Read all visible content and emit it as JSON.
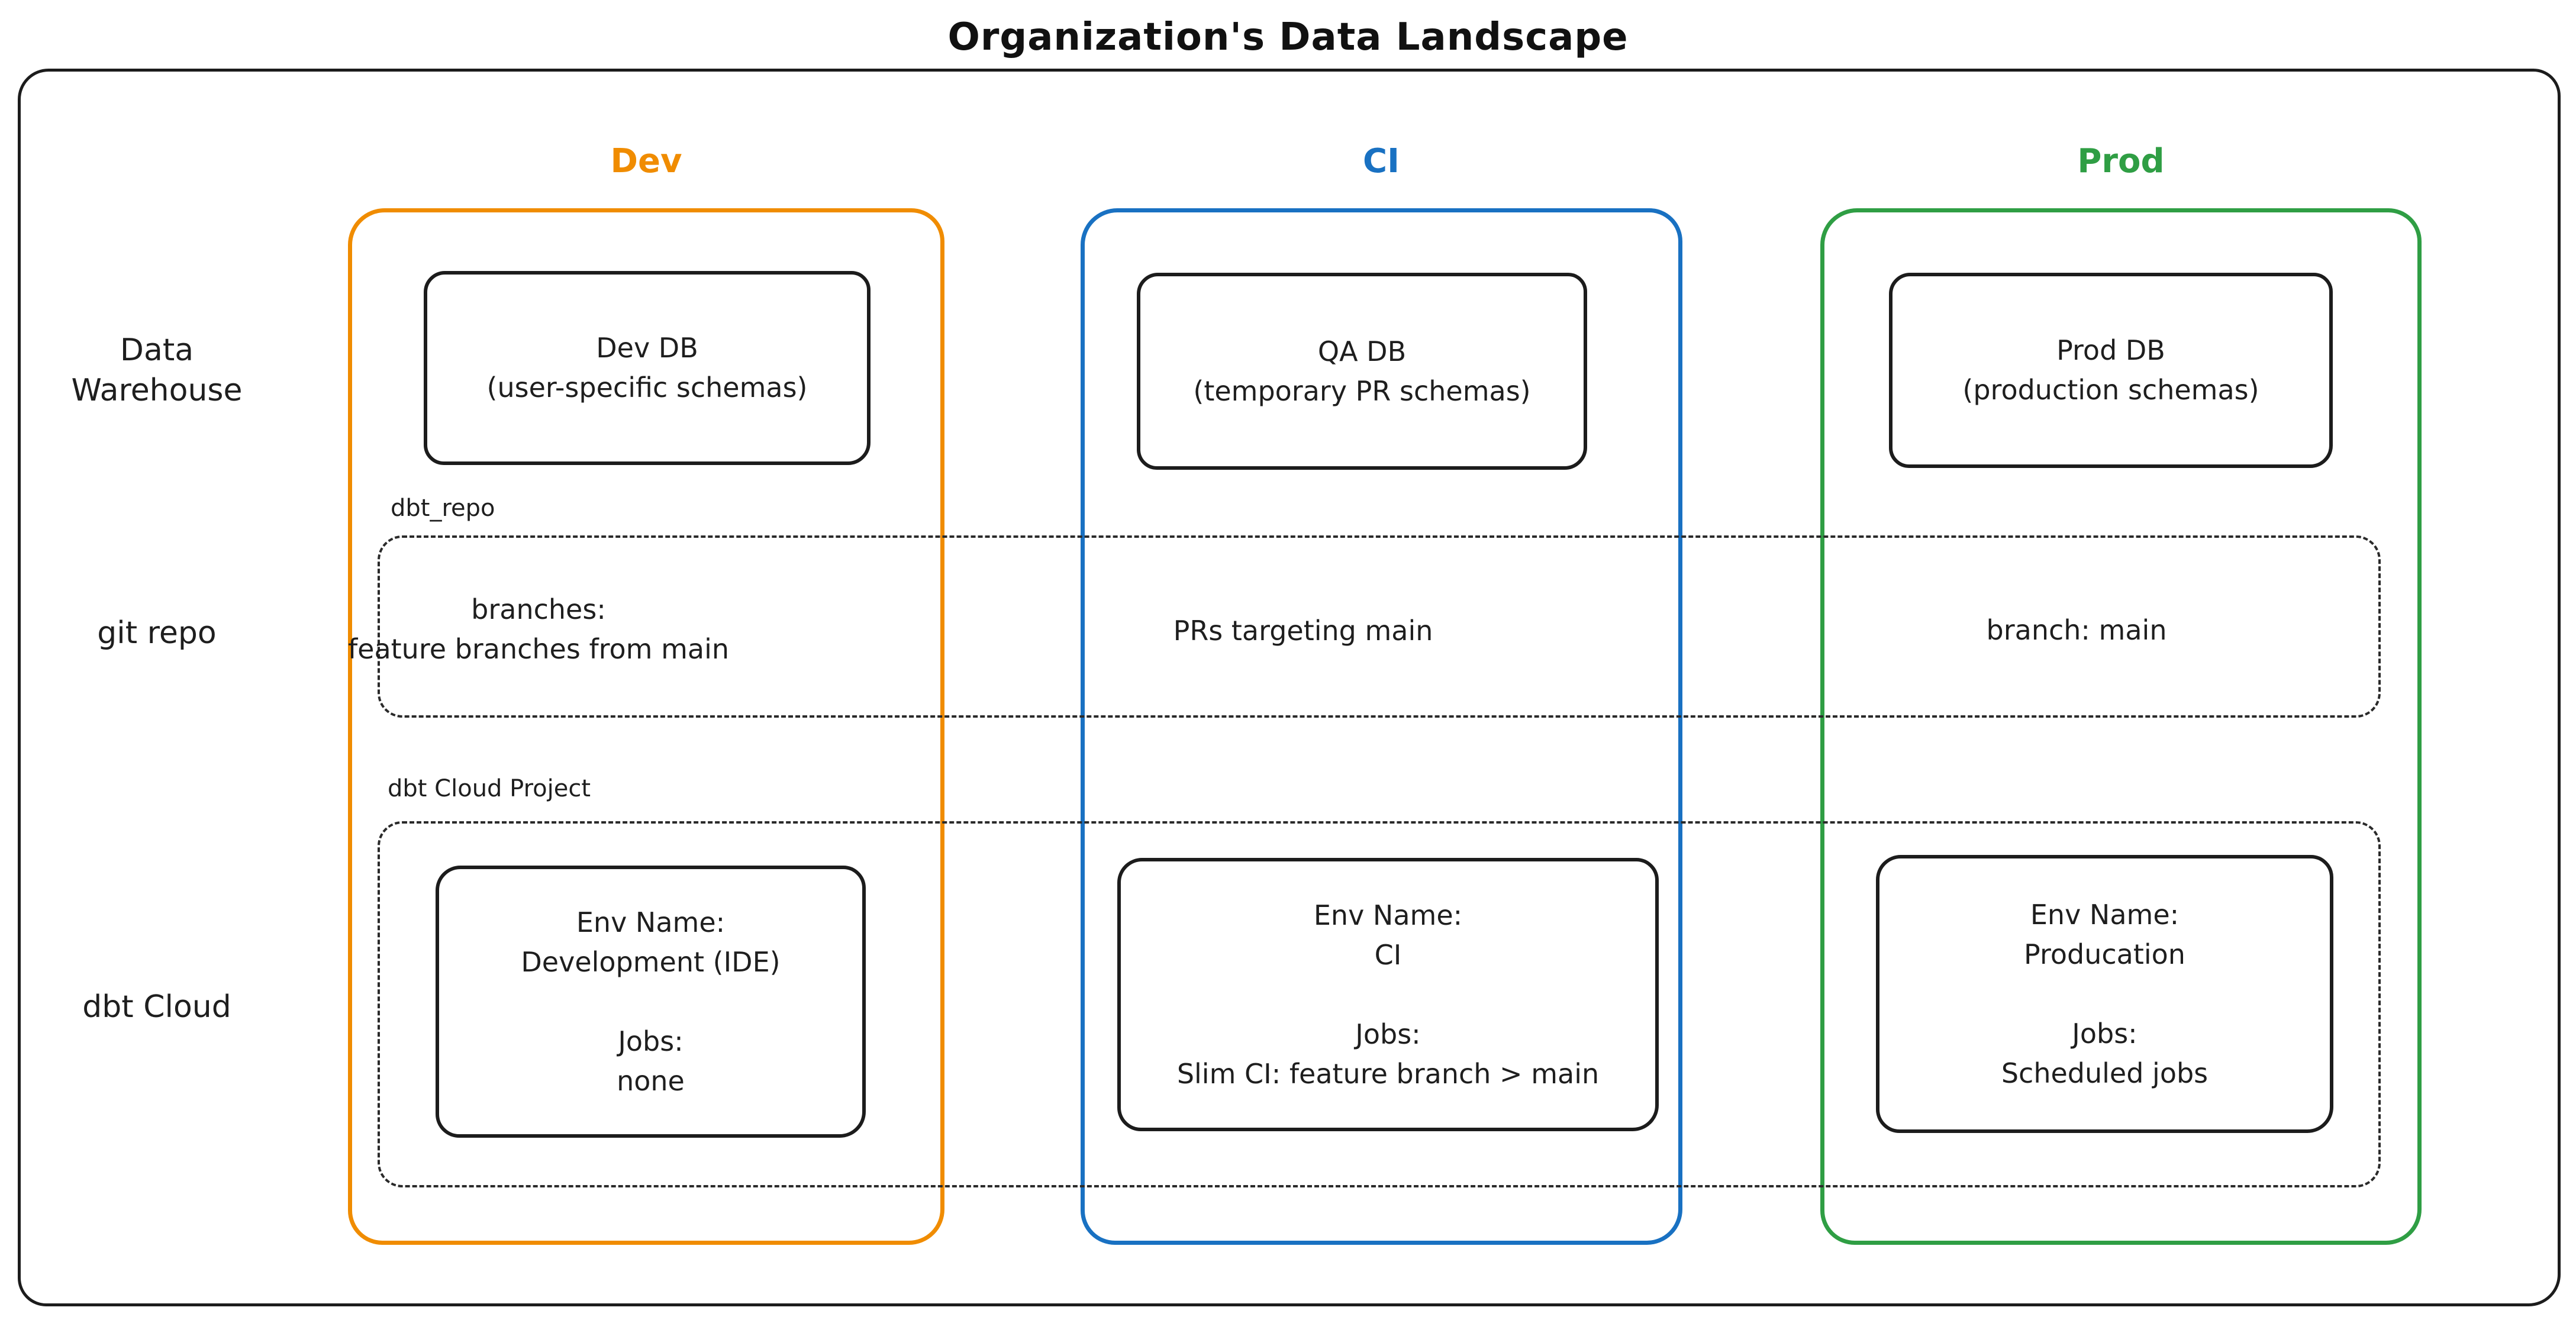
{
  "title": "Organization's Data Landscape",
  "colors": {
    "dev_accent": "#f08c00",
    "ci_accent": "#1971c2",
    "prod_accent": "#2f9e44",
    "ink": "#1e1e1e"
  },
  "columns": {
    "dev": {
      "label": "Dev"
    },
    "ci": {
      "label": "CI"
    },
    "prod": {
      "label": "Prod"
    }
  },
  "row_labels": {
    "data_warehouse": "Data\nWarehouse",
    "git_repo": "git repo",
    "dbt_cloud": "dbt Cloud"
  },
  "data_warehouse": {
    "dev_db": "Dev DB\n(user-specific schemas)",
    "qa_db": "QA DB\n(temporary PR schemas)",
    "prod_db": "Prod DB\n(production schemas)"
  },
  "git_repo": {
    "group_label": "dbt_repo",
    "dev": "branches:\nfeature branches from main",
    "ci": "PRs targeting main",
    "prod": "branch: main"
  },
  "dbt_cloud": {
    "group_label": "dbt Cloud Project",
    "dev": "Env Name:\nDevelopment (IDE)\n\nJobs:\nnone",
    "ci": "Env Name:\nCI\n\nJobs:\nSlim CI: feature branch > main",
    "prod": "Env Name:\nProducation\n\nJobs:\nScheduled jobs"
  }
}
